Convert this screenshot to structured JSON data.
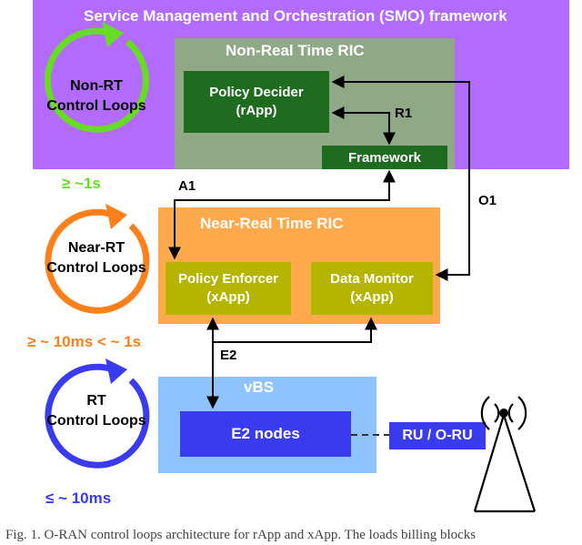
{
  "smo": {
    "title": "Service Management and Orchestration (SMO) framework",
    "color": "#b36aff"
  },
  "non_rt_ric": {
    "title": "Non-Real Time RIC",
    "color": "#8fa886",
    "policy_decider": {
      "line1": "Policy Decider",
      "line2": "(rApp)"
    },
    "framework": "Framework"
  },
  "near_rt_ric": {
    "title": "Near-Real Time RIC",
    "color": "#ffa94d",
    "policy_enforcer": {
      "line1": "Policy Enforcer",
      "line2": "(xApp)"
    },
    "data_monitor": {
      "line1": "Data Monitor",
      "line2": "(xApp)"
    }
  },
  "vbs": {
    "title": "vBS",
    "color": "#8fc3ff",
    "e2_nodes": "E2 nodes"
  },
  "ru": {
    "label": "RU / O-RU"
  },
  "interfaces": {
    "r1": "R1",
    "a1": "A1",
    "o1": "O1",
    "e2": "E2"
  },
  "loops": [
    {
      "line1": "Non-RT",
      "line2": "Control Loops",
      "timing": "≥ ~1s",
      "color": "#66dd22"
    },
    {
      "line1": "Near-RT",
      "line2": "Control Loops",
      "timing": "≥ ~ 10ms < ~ 1s",
      "color": "#ff7f1a"
    },
    {
      "line1": "RT",
      "line2": "Control Loops",
      "timing": "≤ ~ 10ms",
      "color": "#3a3aee"
    }
  ],
  "caption": "Fig. 1.  O-RAN control loops architecture for rApp and xApp. The loads billing blocks"
}
